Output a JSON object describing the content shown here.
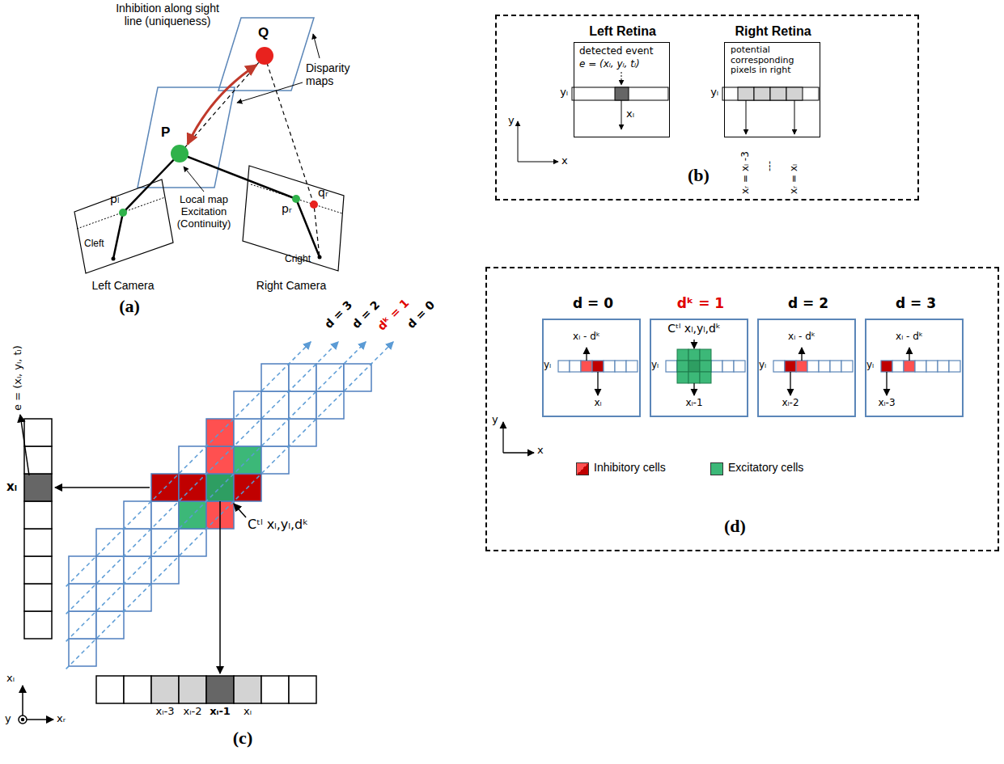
{
  "diagram": {
    "nodes": [
      {
        "text": [
          "Q"
        ]
      },
      {
        "text": [
          "P"
        ]
      },
      {
        "text": [
          "(b)"
        ]
      },
      {
        "text": [
          "Left Retina",
          "detected event",
          "e = (xₗ, yₗ, tₗ)"
        ],
        "in": 2
      },
      {
        "text": [
          "Right Retina",
          "potential corresponding pixels in right"
        ],
        "in": 2
      },
      {
        "text": [
          "(d)"
        ]
      },
      {
        "text": [
          "d = 0"
        ],
        "in": 5
      },
      {
        "text": [
          "dᵏ = 1"
        ],
        "in": 5
      },
      {
        "text": [
          "d = 2"
        ],
        "in": 5
      },
      {
        "text": [
          "d = 3"
        ],
        "in": 5
      }
    ],
    "edges": [
      {
        "from": 1,
        "to": 0,
        "arrow": "both"
      }
    ],
    "labels": [
      "Inhibition along sight line (uniqueness)",
      "Disparity maps",
      "Local map Excitation (Continuity)",
      "pₗ",
      "pᵣ",
      "qᵣ",
      "Cleft",
      "Cright",
      "Left Camera",
      "Right Camera",
      "(a)",
      "yₗ",
      "xₗ",
      "yₗ",
      "y",
      "x",
      "xᵣ = xₗ -3",
      "---",
      "xᵣ = xₗ",
      "d = 3",
      "d = 2",
      "dᵏ = 1",
      "d = 0",
      "e = (xₗ, yₗ, tₗ)",
      "xₗ",
      "Cᵗˡ xₗ,yₗ,dᵏ",
      "xₗ-3",
      "xₗ-2",
      "xₗ-1",
      "xₗ",
      "xₗ",
      "y",
      "xᵣ",
      "(c)",
      "xₗ - dᵏ",
      "yₗ",
      "xₗ",
      "Cᵗˡ xₗ,yₗ,dᵏ",
      "yₗ",
      "xₗ-1",
      "xₗ - dᵏ",
      "yₗ",
      "xₗ-2",
      "xₗ - dᵏ",
      "yₗ",
      "xₗ-3",
      "y",
      "x"
    ],
    "legend": [
      {
        "text": "Inhibitory cells",
        "color": "#ff5050"
      },
      {
        "text": "Excitatory cells",
        "color": "#3cb878"
      }
    ]
  }
}
